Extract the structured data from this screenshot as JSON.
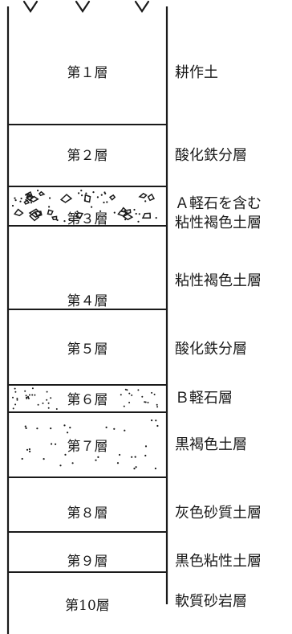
{
  "layers": [
    {
      "name": "第１層",
      "desc": [
        "耕作土"
      ],
      "pattern": "none"
    },
    {
      "name": "第２層",
      "desc": [
        "酸化鉄分層"
      ],
      "pattern": "none"
    },
    {
      "name": "第３層",
      "desc": [
        "Ａ軽石を含む",
        "粘性褐色土層"
      ],
      "pattern": "pumice"
    },
    {
      "name": "第４層",
      "desc": [
        "粘性褐色土層"
      ],
      "pattern": "none"
    },
    {
      "name": "第５層",
      "desc": [
        "酸化鉄分層"
      ],
      "pattern": "none"
    },
    {
      "name": "第６層",
      "desc": [
        "Ｂ軽石層"
      ],
      "pattern": "dense-dots"
    },
    {
      "name": "第７層",
      "desc": [
        "黒褐色土層"
      ],
      "pattern": "sparse-dots"
    },
    {
      "name": "第８層",
      "desc": [
        "灰色砂質土層"
      ],
      "pattern": "none"
    },
    {
      "name": "第９層",
      "desc": [
        "黒色粘性土層"
      ],
      "pattern": "none"
    },
    {
      "name": "第10層",
      "desc": [
        "軟質砂岩層"
      ],
      "pattern": "none"
    }
  ],
  "colors": {
    "ink": "#1a1a1a",
    "background": "#ffffff"
  }
}
